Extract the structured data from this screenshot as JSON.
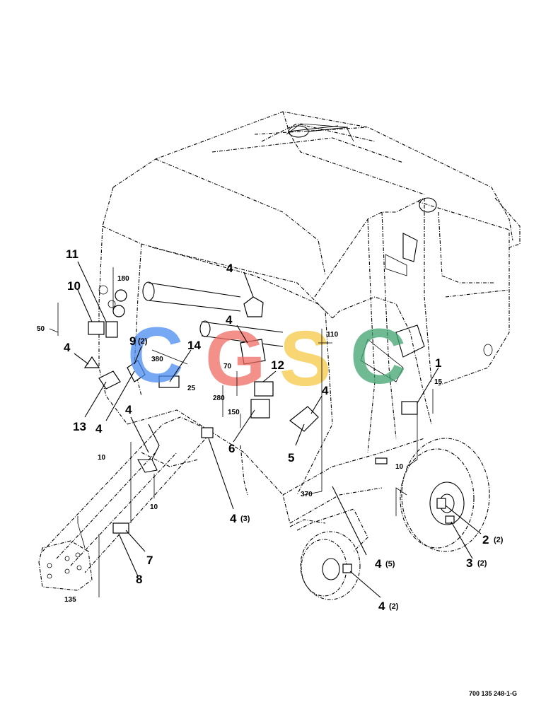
{
  "callouts": {
    "c1": "1",
    "c2": "2",
    "c2q": "(2)",
    "c3": "3",
    "c3q": "(2)",
    "c4a": "4",
    "c4b": "4",
    "c4c": "4",
    "c4d": "4",
    "c4e": "4",
    "c4f": "4",
    "c4g": "4",
    "c4gq": "(3)",
    "c4h": "4",
    "c4hq": "(5)",
    "c4i": "4",
    "c4iq": "(2)",
    "c5": "5",
    "c6": "6",
    "c7": "7",
    "c8": "8",
    "c9": "9",
    "c9q": "(2)",
    "c10": "10",
    "c11": "11",
    "c12": "12",
    "c13": "13",
    "c14": "14"
  },
  "dimensions": {
    "d180": "180",
    "d50": "50",
    "d380": "380",
    "d70": "70",
    "d110": "110",
    "d25": "25",
    "d280": "280",
    "d150": "150",
    "d15": "15",
    "d10a": "10",
    "d10b": "10",
    "d10c": "10",
    "d370": "370",
    "d135": "135"
  },
  "drawing_number": "700 135 248-1-G",
  "watermark": {
    "letters": [
      "C",
      "G",
      "S",
      "C"
    ],
    "colors": [
      "#4a8cf0",
      "#ef6b63",
      "#f6c945",
      "#3fa36e"
    ]
  }
}
